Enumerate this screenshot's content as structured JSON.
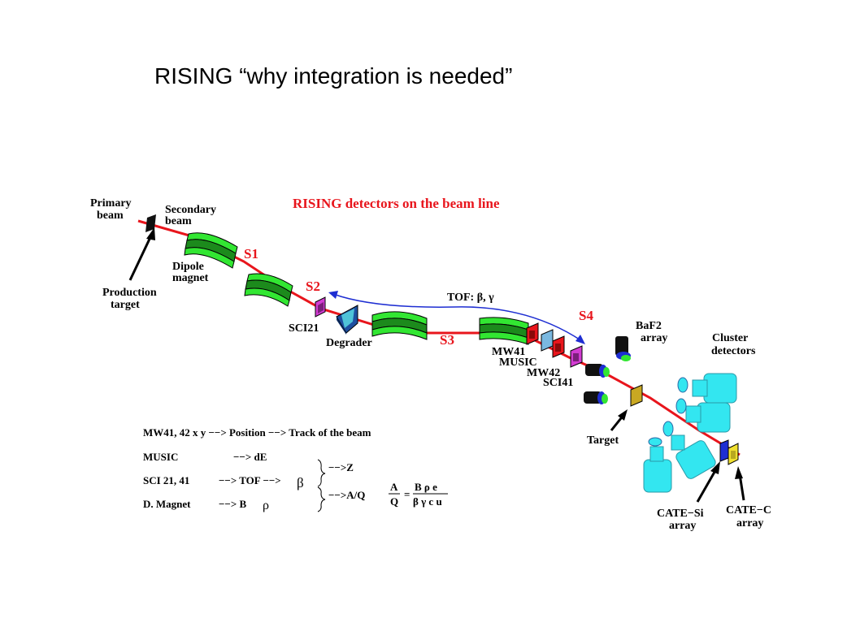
{
  "slide": {
    "title": "RISING “why integration is needed”"
  },
  "diagram": {
    "heading": "RISING detectors on the beam line",
    "labels": {
      "primary_beam_1": "Primary",
      "primary_beam_2": "beam",
      "secondary_beam_1": "Secondary",
      "secondary_beam_2": "beam",
      "dipole_1": "Dipole",
      "dipole_2": "magnet",
      "production_1": "Production",
      "production_2": "target",
      "s1": "S1",
      "s2": "S2",
      "s3": "S3",
      "s4": "S4",
      "sci21": "SCI21",
      "degrader": "Degrader",
      "tof": "TOF: β, γ",
      "mw41": "MW41",
      "music": "MUSIC",
      "mw42": "MW42",
      "sci41": "SCI41",
      "baf2_1": "BaF2",
      "baf2_2": "array",
      "cluster_1": "Cluster",
      "cluster_2": "detectors",
      "target": "Target",
      "cate_si_1": "CATE−Si",
      "cate_si_2": "array",
      "cate_c_1": "CATE−C",
      "cate_c_2": "array"
    },
    "legend": {
      "row1": "MW41, 42 x y −−> Position −−> Track of the beam",
      "row2_a": "MUSIC",
      "row2_b": "−−> dE",
      "row3_a": "SCI 21, 41",
      "row3_b": "−−> TOF −−>",
      "row3_beta": "β",
      "row4_a": "D. Magnet",
      "row4_b": "−−> B",
      "row4_rho": "ρ",
      "to_z": "−−>Z",
      "to_aq": "−−>A/Q",
      "frac_a": "A",
      "frac_q": "Q",
      "equals": "=",
      "frac_num": "B ρ  e",
      "frac_den": "β  γ  c  u"
    },
    "colors": {
      "beam": "#e8151c",
      "magnet": "#32e632",
      "cyan": "#33e6f0",
      "magenta": "#d23cd2",
      "label_red": "#e8151c",
      "arrow_blue": "#1e2ed2"
    }
  }
}
